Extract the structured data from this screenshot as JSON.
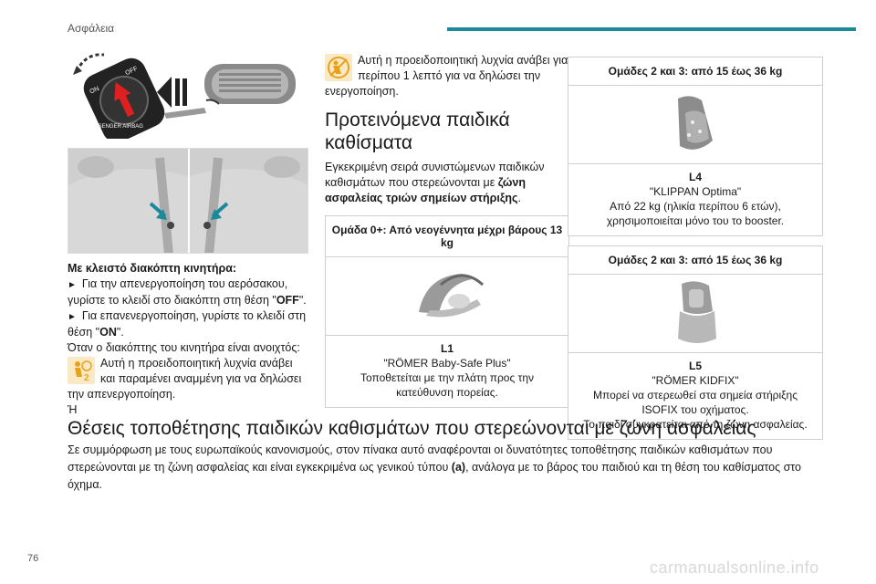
{
  "header": {
    "section": "Ασφάλεια"
  },
  "left": {
    "heading": "Με κλειστό διακόπτη κινητήρα:",
    "bullet1_pre": "Για την απενεργοποίηση του αερόσακου, γυρίστε το κλειδί στο διακόπτη στη θέση \"",
    "bullet1_bold": "OFF",
    "bullet1_post": "\".",
    "bullet2_pre": "Για επανενεργοποίηση, γυρίστε το κλειδί στη θέση \"",
    "bullet2_bold": "ON",
    "bullet2_post": "\".",
    "open_note": "Όταν ο διακόπτης του κινητήρα είναι ανοιχτός:",
    "warning1": "Αυτή η προειδοποιητική λυχνία ανάβει και παραμένει αναμμένη για να δηλώσει την απενεργοποίηση.",
    "or": "Ή",
    "key_switch_text": "PASSENGER AIRBAG"
  },
  "middle": {
    "warning2": "Αυτή η προειδοποιητική λυχνία ανάβει για περίπου 1 λεπτό για να δηλώσει την ενεργοποίηση.",
    "title": "Προτεινόμενα παιδικά καθίσματα",
    "intro_pre": "Εγκεκριμένη σειρά συνιστώμενων παιδικών καθισμάτων που στερεώνονται με ",
    "intro_bold": "ζώνη ασφαλείας τριών σημείων στήριξης",
    "intro_post": ".",
    "card": {
      "header": "Ομάδα 0+: Από νεογέννητα μέχρι βάρους 13 kg",
      "code": "L1",
      "name": "\"RÖMER Baby-Safe Plus\"",
      "desc": "Τοποθετείται με την πλάτη προς την κατεύθυνση πορείας."
    }
  },
  "right": {
    "card1": {
      "header": "Ομάδες 2 και 3: από 15 έως 36 kg",
      "code": "L4",
      "name": "\"KLIPPAN Optima\"",
      "desc": "Από 22 kg (ηλικία περίπου 6 ετών), χρησιμοποιείται μόνο του το booster."
    },
    "card2": {
      "header": "Ομάδες 2 και 3: από 15 έως 36 kg",
      "code": "L5",
      "name": "\"RÖMER KIDFIX\"",
      "desc1": "Μπορεί να στερεωθεί στα σημεία στήριξης ISOFIX του οχήματος.",
      "desc2": "Το παιδί συγκρατείται από τη ζώνη ασφαλείας."
    }
  },
  "bottom": {
    "title": "Θέσεις τοποθέτησης παιδικών καθισμάτων που στερεώνονται με ζώνη ασφαλείας",
    "text_pre": "Σε συμμόρφωση με τους ευρωπαϊκούς κανονισμούς, στον πίνακα αυτό αναφέρονται οι δυνατότητες τοποθέτησης παιδικών καθισμάτων που στερεώνονται με τη ζώνη ασφαλείας και είναι εγκεκριμένα ως γενικού τύπου ",
    "text_bold": "(a)",
    "text_post": ", ανάλογα με το βάρος του παιδιού και τη θέση του καθίσματος στο όχημα."
  },
  "footer": {
    "page": "76",
    "watermark": "carmanualsonline.info"
  },
  "colors": {
    "accent": "#1a8a9a",
    "warning_icon": "#e8a21a"
  }
}
